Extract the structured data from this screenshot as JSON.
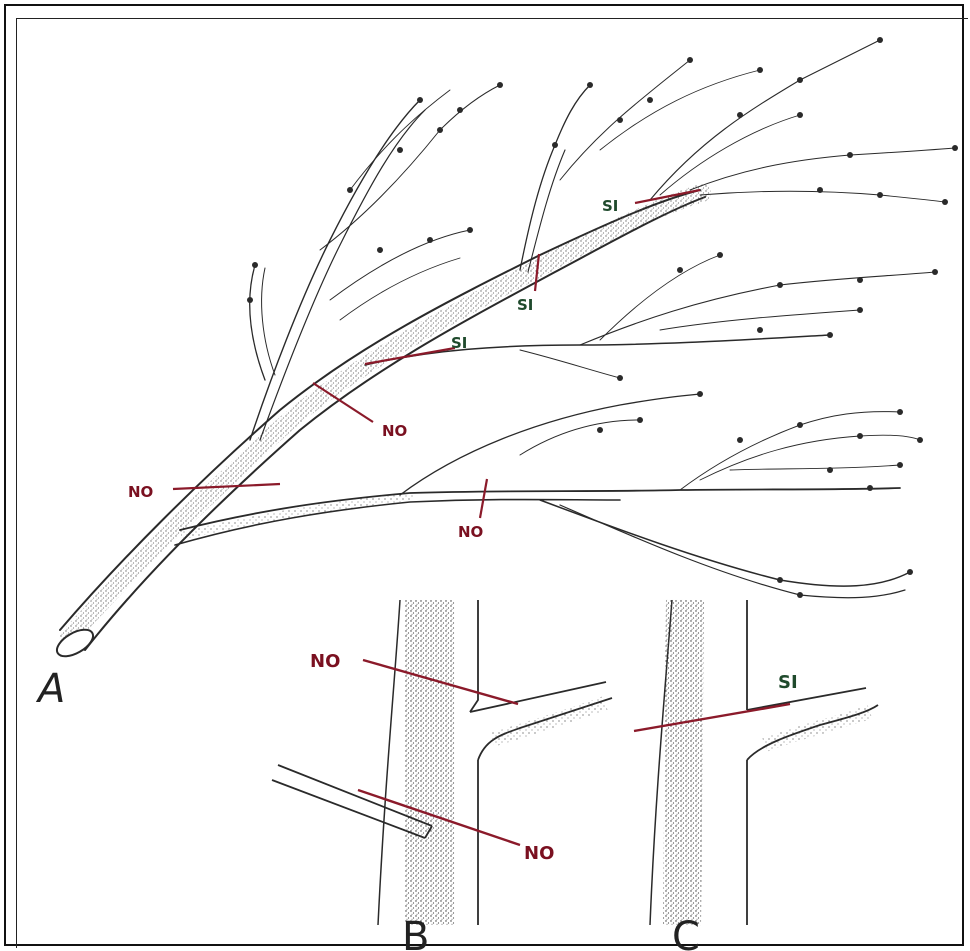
{
  "figure": {
    "panel_labels": {
      "a": "A",
      "b": "B",
      "c": "C"
    },
    "cuts_a": [
      {
        "label": "SI",
        "type": "correct"
      },
      {
        "label": "SI",
        "type": "correct"
      },
      {
        "label": "SI",
        "type": "correct"
      },
      {
        "label": "NO",
        "type": "incorrect"
      },
      {
        "label": "NO",
        "type": "incorrect"
      },
      {
        "label": "NO",
        "type": "incorrect"
      }
    ],
    "cuts_b": [
      {
        "label": "NO",
        "type": "incorrect"
      },
      {
        "label": "NO",
        "type": "incorrect"
      }
    ],
    "cuts_c": [
      {
        "label": "SI",
        "type": "correct"
      }
    ],
    "colors": {
      "incorrect_cut": "#8b1a2a",
      "correct_label": "#1f4a2c",
      "ink": "#2a2a2a"
    }
  }
}
